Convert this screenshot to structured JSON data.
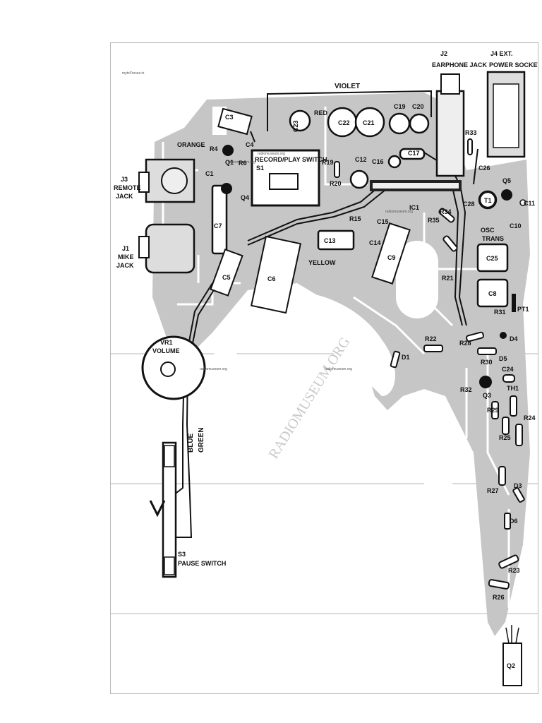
{
  "diagram": {
    "header_tiny": "myteFroses.in",
    "watermark": "RADIOMUSEUM.ORG",
    "small_marks": [
      "radiomuseum.org",
      "radiomuseum.org",
      "radiomuseum.org",
      "radiomuseum.org",
      "radiomuseum.org"
    ],
    "wires": {
      "violet": "VIOLET",
      "red": "RED",
      "orange": "ORANGE",
      "yellow": "YELLOW",
      "blue": "BLUE",
      "green": "GREEN"
    },
    "jacks": {
      "j2": [
        "J2",
        "EARPHONE JACK"
      ],
      "j4": [
        "J4  EXT.",
        "POWER SOCKET"
      ],
      "j3": [
        "J3",
        "REMOTE",
        "JACK"
      ],
      "j1": [
        "J1",
        "MIKE",
        "JACK"
      ]
    },
    "switches": {
      "s1": [
        "RECORD/PLAY SWITCH",
        "S1"
      ],
      "s3": [
        "S3",
        "PAUSE SWITCH"
      ]
    },
    "vr1": [
      "VR1",
      "VOLUME"
    ],
    "osc": [
      "OSC",
      "TRANS"
    ],
    "components": {
      "C3": "C3",
      "C23": "C23",
      "C22": "C22",
      "C21": "C21",
      "C19": "C19",
      "C20": "C20",
      "R4": "R4",
      "Q1": "Q1",
      "R6": "R6",
      "C4": "C4",
      "C1": "C1",
      "Q4": "Q4",
      "C7": "C7",
      "C5": "C5",
      "C6": "C6",
      "R19": "R19",
      "R20": "R20",
      "C12": "C12",
      "C16": "C16",
      "C17": "C17",
      "R33": "R33",
      "C26": "C26",
      "C28": "C28",
      "T1": "T1",
      "Q5": "Q5",
      "C11": "C11",
      "C10": "C10",
      "R15": "R15",
      "C15": "C15",
      "IC1": "IC1",
      "R34": "R34",
      "R35": "R35",
      "C13": "C13",
      "C14": "C14",
      "C9": "C9",
      "C25": "C25",
      "R21": "R21",
      "C8": "C8",
      "PT1": "PT1",
      "R31": "R31",
      "R22": "R22",
      "R28": "R28",
      "D4": "D4",
      "D5": "D5",
      "D1": "D1",
      "R30": "R30",
      "C24": "C24",
      "R32": "R32",
      "Q3": "Q3",
      "TH1": "TH1",
      "R29": "R29",
      "R24": "R24",
      "R25": "R25",
      "R27": "R27",
      "D3": "D3",
      "D6": "D6",
      "R23": "R23",
      "R26": "R26",
      "Q2": "Q2"
    }
  }
}
